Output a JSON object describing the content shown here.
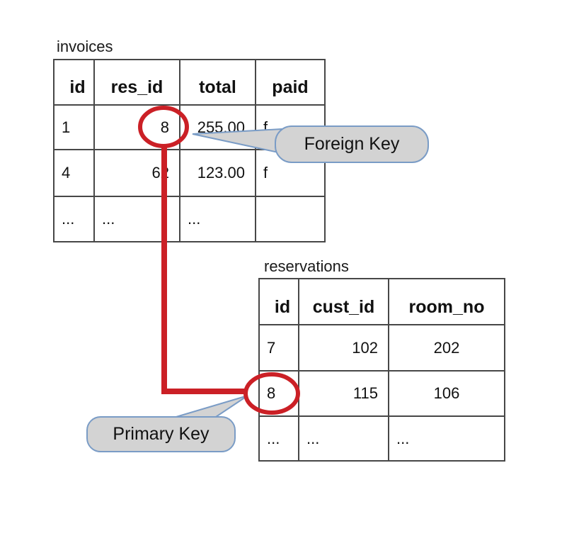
{
  "invoices": {
    "title": "invoices",
    "columns": [
      "id",
      "res_id",
      "total",
      "paid"
    ],
    "rows": [
      [
        "1",
        "8",
        "255.00",
        "f"
      ],
      [
        "4",
        "62",
        "123.00",
        "f"
      ],
      [
        "...",
        "...",
        "...",
        ""
      ]
    ],
    "highlighted_value": "8",
    "highlighted_column": "res_id"
  },
  "reservations": {
    "title": "reservations",
    "columns": [
      "id",
      "cust_id",
      "room_no"
    ],
    "rows": [
      [
        "7",
        "102",
        "202"
      ],
      [
        "8",
        "115",
        "106"
      ],
      [
        "...",
        "...",
        "..."
      ]
    ],
    "highlighted_value": "8",
    "highlighted_column": "id"
  },
  "annotations": {
    "foreign_key_label": "Foreign Key",
    "primary_key_label": "Primary Key",
    "relationship": "invoices.res_id references reservations.id",
    "colors": {
      "highlight_red": "#cb2026",
      "callout_fill": "#d3d3d3",
      "callout_border": "#7a9cc6",
      "table_border": "#474747"
    }
  }
}
